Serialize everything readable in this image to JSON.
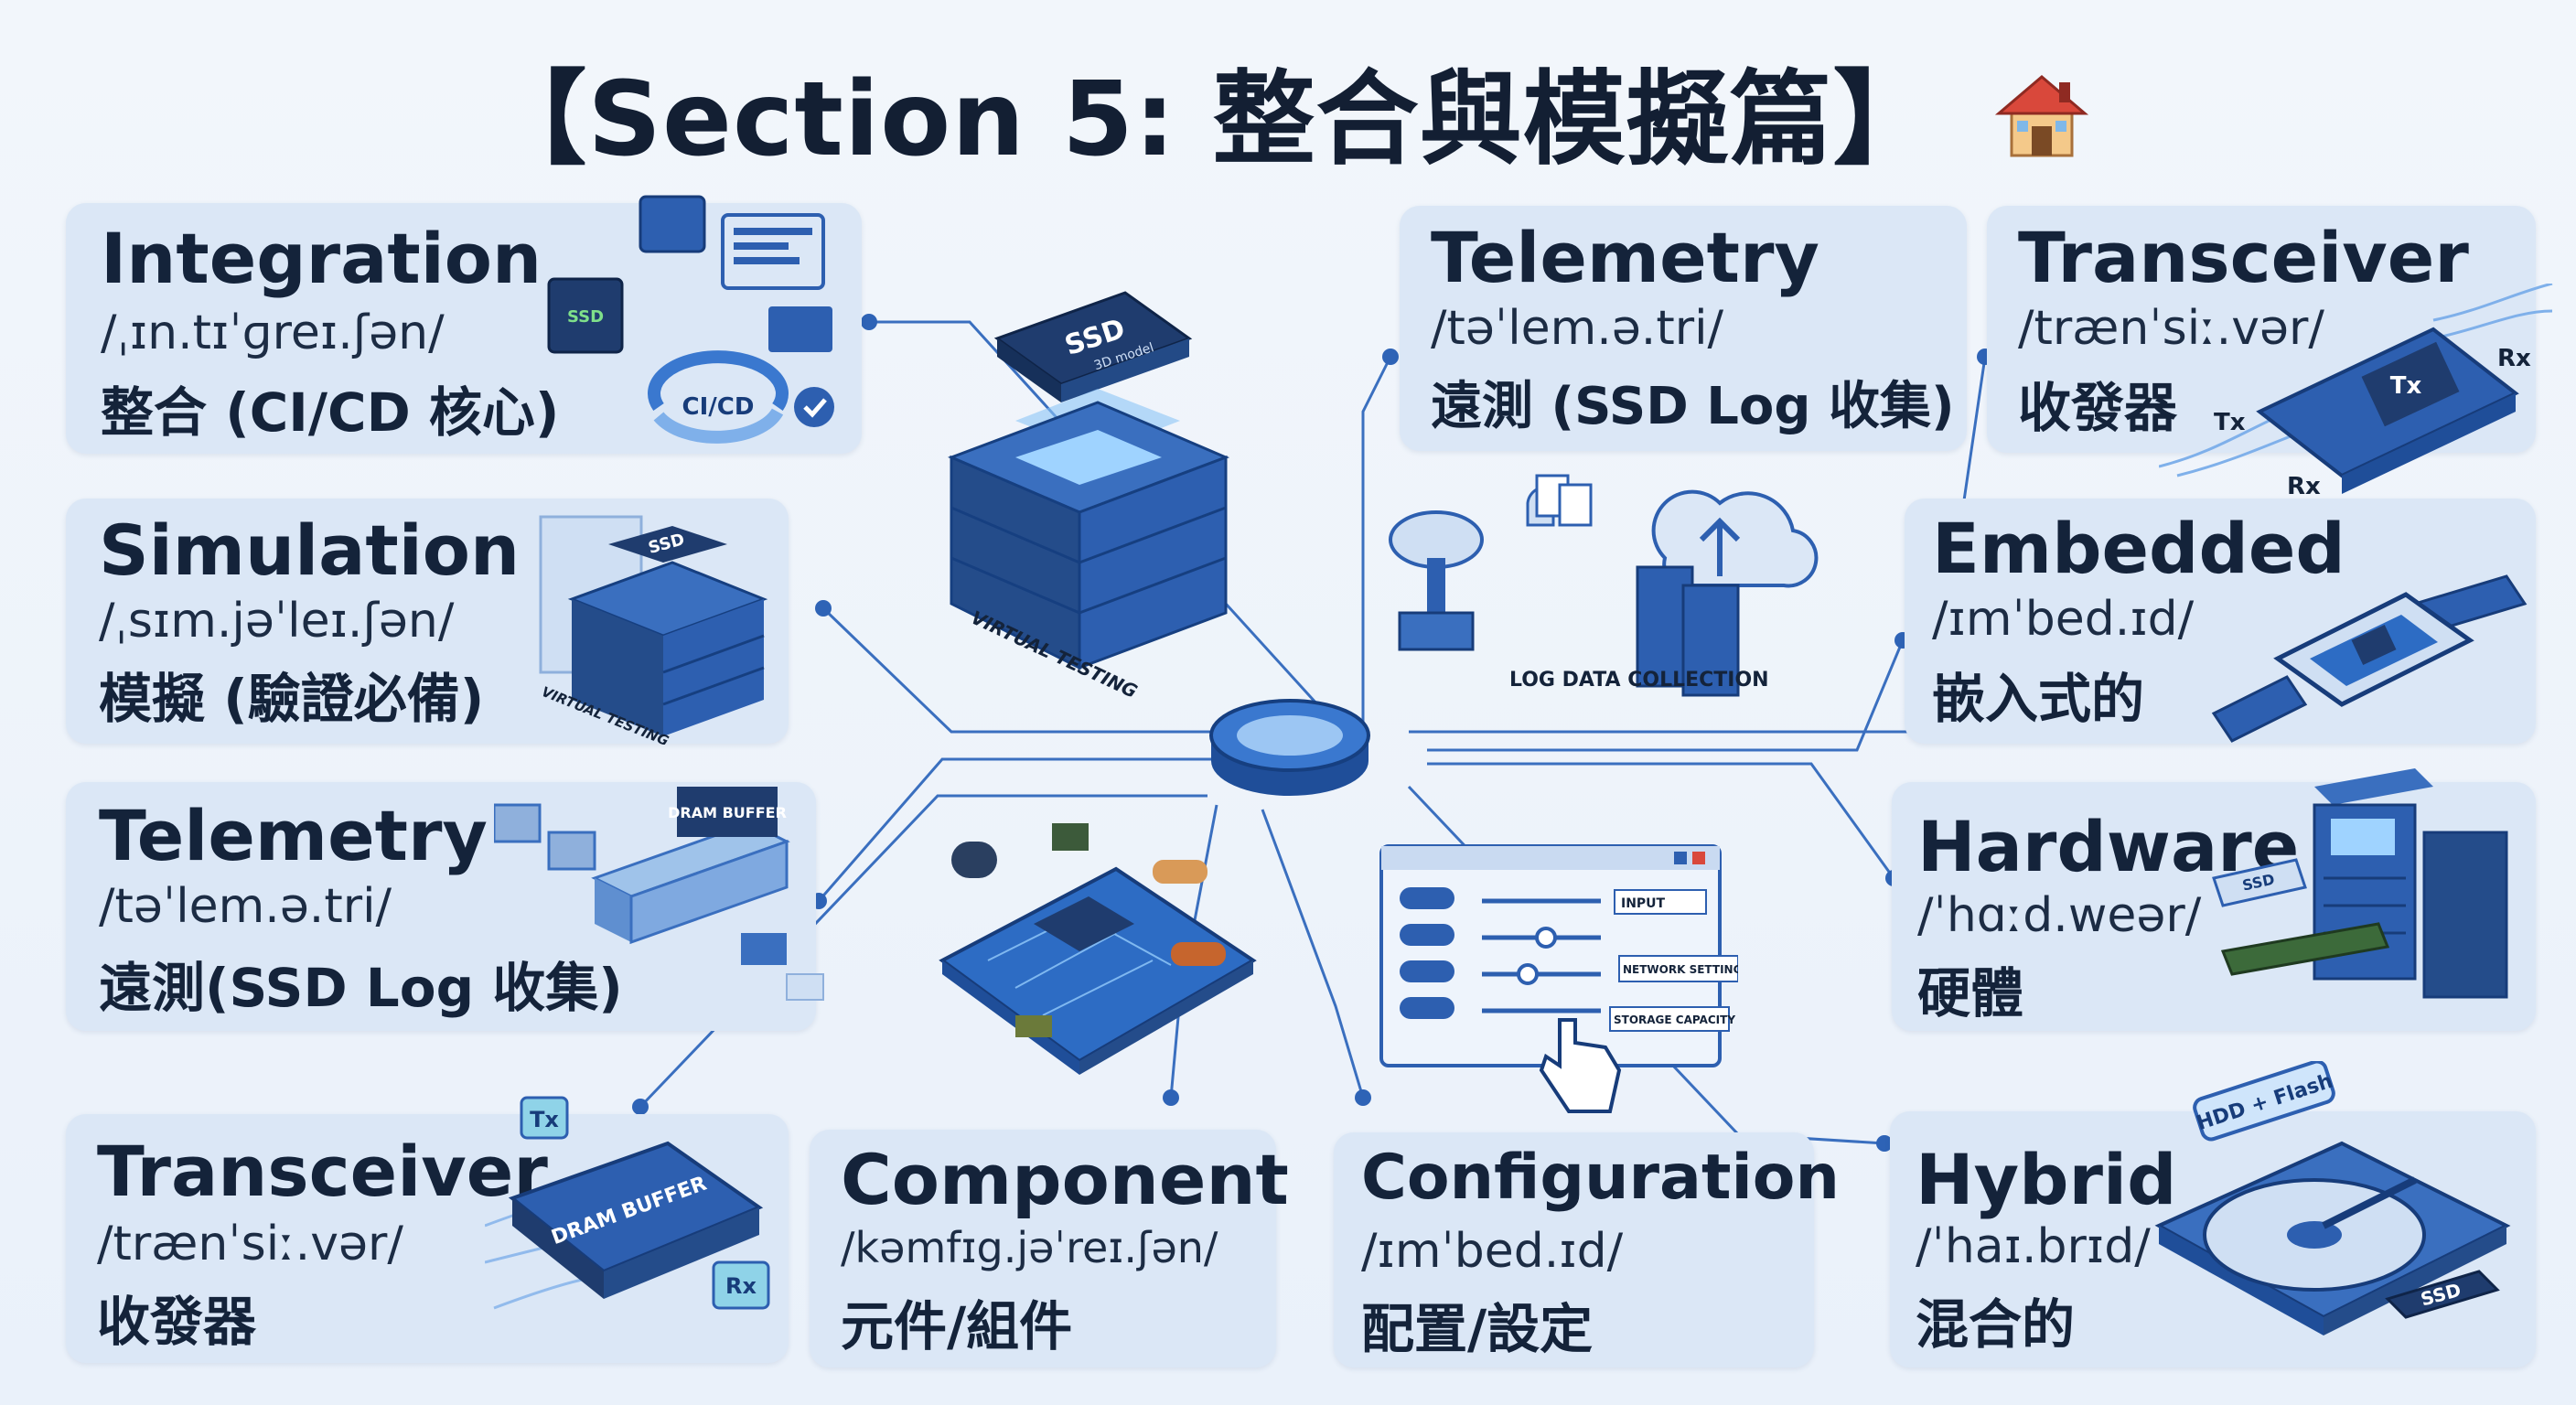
{
  "title": "【Section 5: 整合與模擬篇】",
  "title_icon": "house-icon",
  "hub": {
    "color": "#2e63b6"
  },
  "cards": [
    {
      "id": "integration",
      "term": "Integration",
      "ipa": "/ˌɪn.tɪˈɡreɪ.ʃən/",
      "zh": "整合 (CI/CD 核心)"
    },
    {
      "id": "simulation",
      "term": "Simulation",
      "ipa": "/ˌsɪm.jəˈleɪ.ʃən/",
      "zh": "模擬 (驗證必備)"
    },
    {
      "id": "telemetry-left",
      "term": "Telemetry",
      "ipa": "/təˈlem.ə.tri/",
      "zh": "遠測(SSD Log 收集)"
    },
    {
      "id": "transceiver-left",
      "term": "Transceiver",
      "ipa": "/trænˈsiː.vər/",
      "zh": "收發器"
    },
    {
      "id": "component",
      "term": "Component",
      "ipa": "/kəmfɪg.jəˈreɪ.ʃən/",
      "zh": "元件/組件"
    },
    {
      "id": "configuration",
      "term": "Configuration",
      "ipa": "/ɪmˈbed.ɪd/",
      "zh": "配置/設定"
    },
    {
      "id": "telemetry-top",
      "term": "Telemetry",
      "ipa": "/təˈlem.ə.tri/",
      "zh": "遠測 (SSD Log 收集)"
    },
    {
      "id": "transceiver-right",
      "term": "Transceiver",
      "ipa": "/trænˈsiː.vər/",
      "zh": "收發器"
    },
    {
      "id": "embedded",
      "term": "Embedded",
      "ipa": "/ɪmˈbed.ɪd/",
      "zh": "嵌入式的"
    },
    {
      "id": "hardware",
      "term": "Hardware",
      "ipa": "/ˈhɑːd.weər/",
      "zh": "硬體"
    },
    {
      "id": "hybrid",
      "term": "Hybrid",
      "ipa": "/ˈhaɪ.brɪd/",
      "zh": "混合的"
    }
  ],
  "illustrations": {
    "ci_cd": "CI/CD",
    "ssd_chip": "SSD",
    "virtual_testing": "VIRTUAL TESTING",
    "ssd_model": "SSD",
    "ssd_model_sub": "3D model",
    "dram_buffer_small": "DRAM BUFFER",
    "log_data_collection": "LOG DATA COLLECTION",
    "tx": "Tx",
    "rx": "Rx",
    "ui_input": "INPUT",
    "ui_network_settings": "NETWORK SETTINGS",
    "ui_storage_capacity": "STORAGE CAPACITY",
    "dram_buffer": "DRAM BUFFER",
    "hdd_flash": "HDD + Flash",
    "ssd_label": "SSD"
  }
}
